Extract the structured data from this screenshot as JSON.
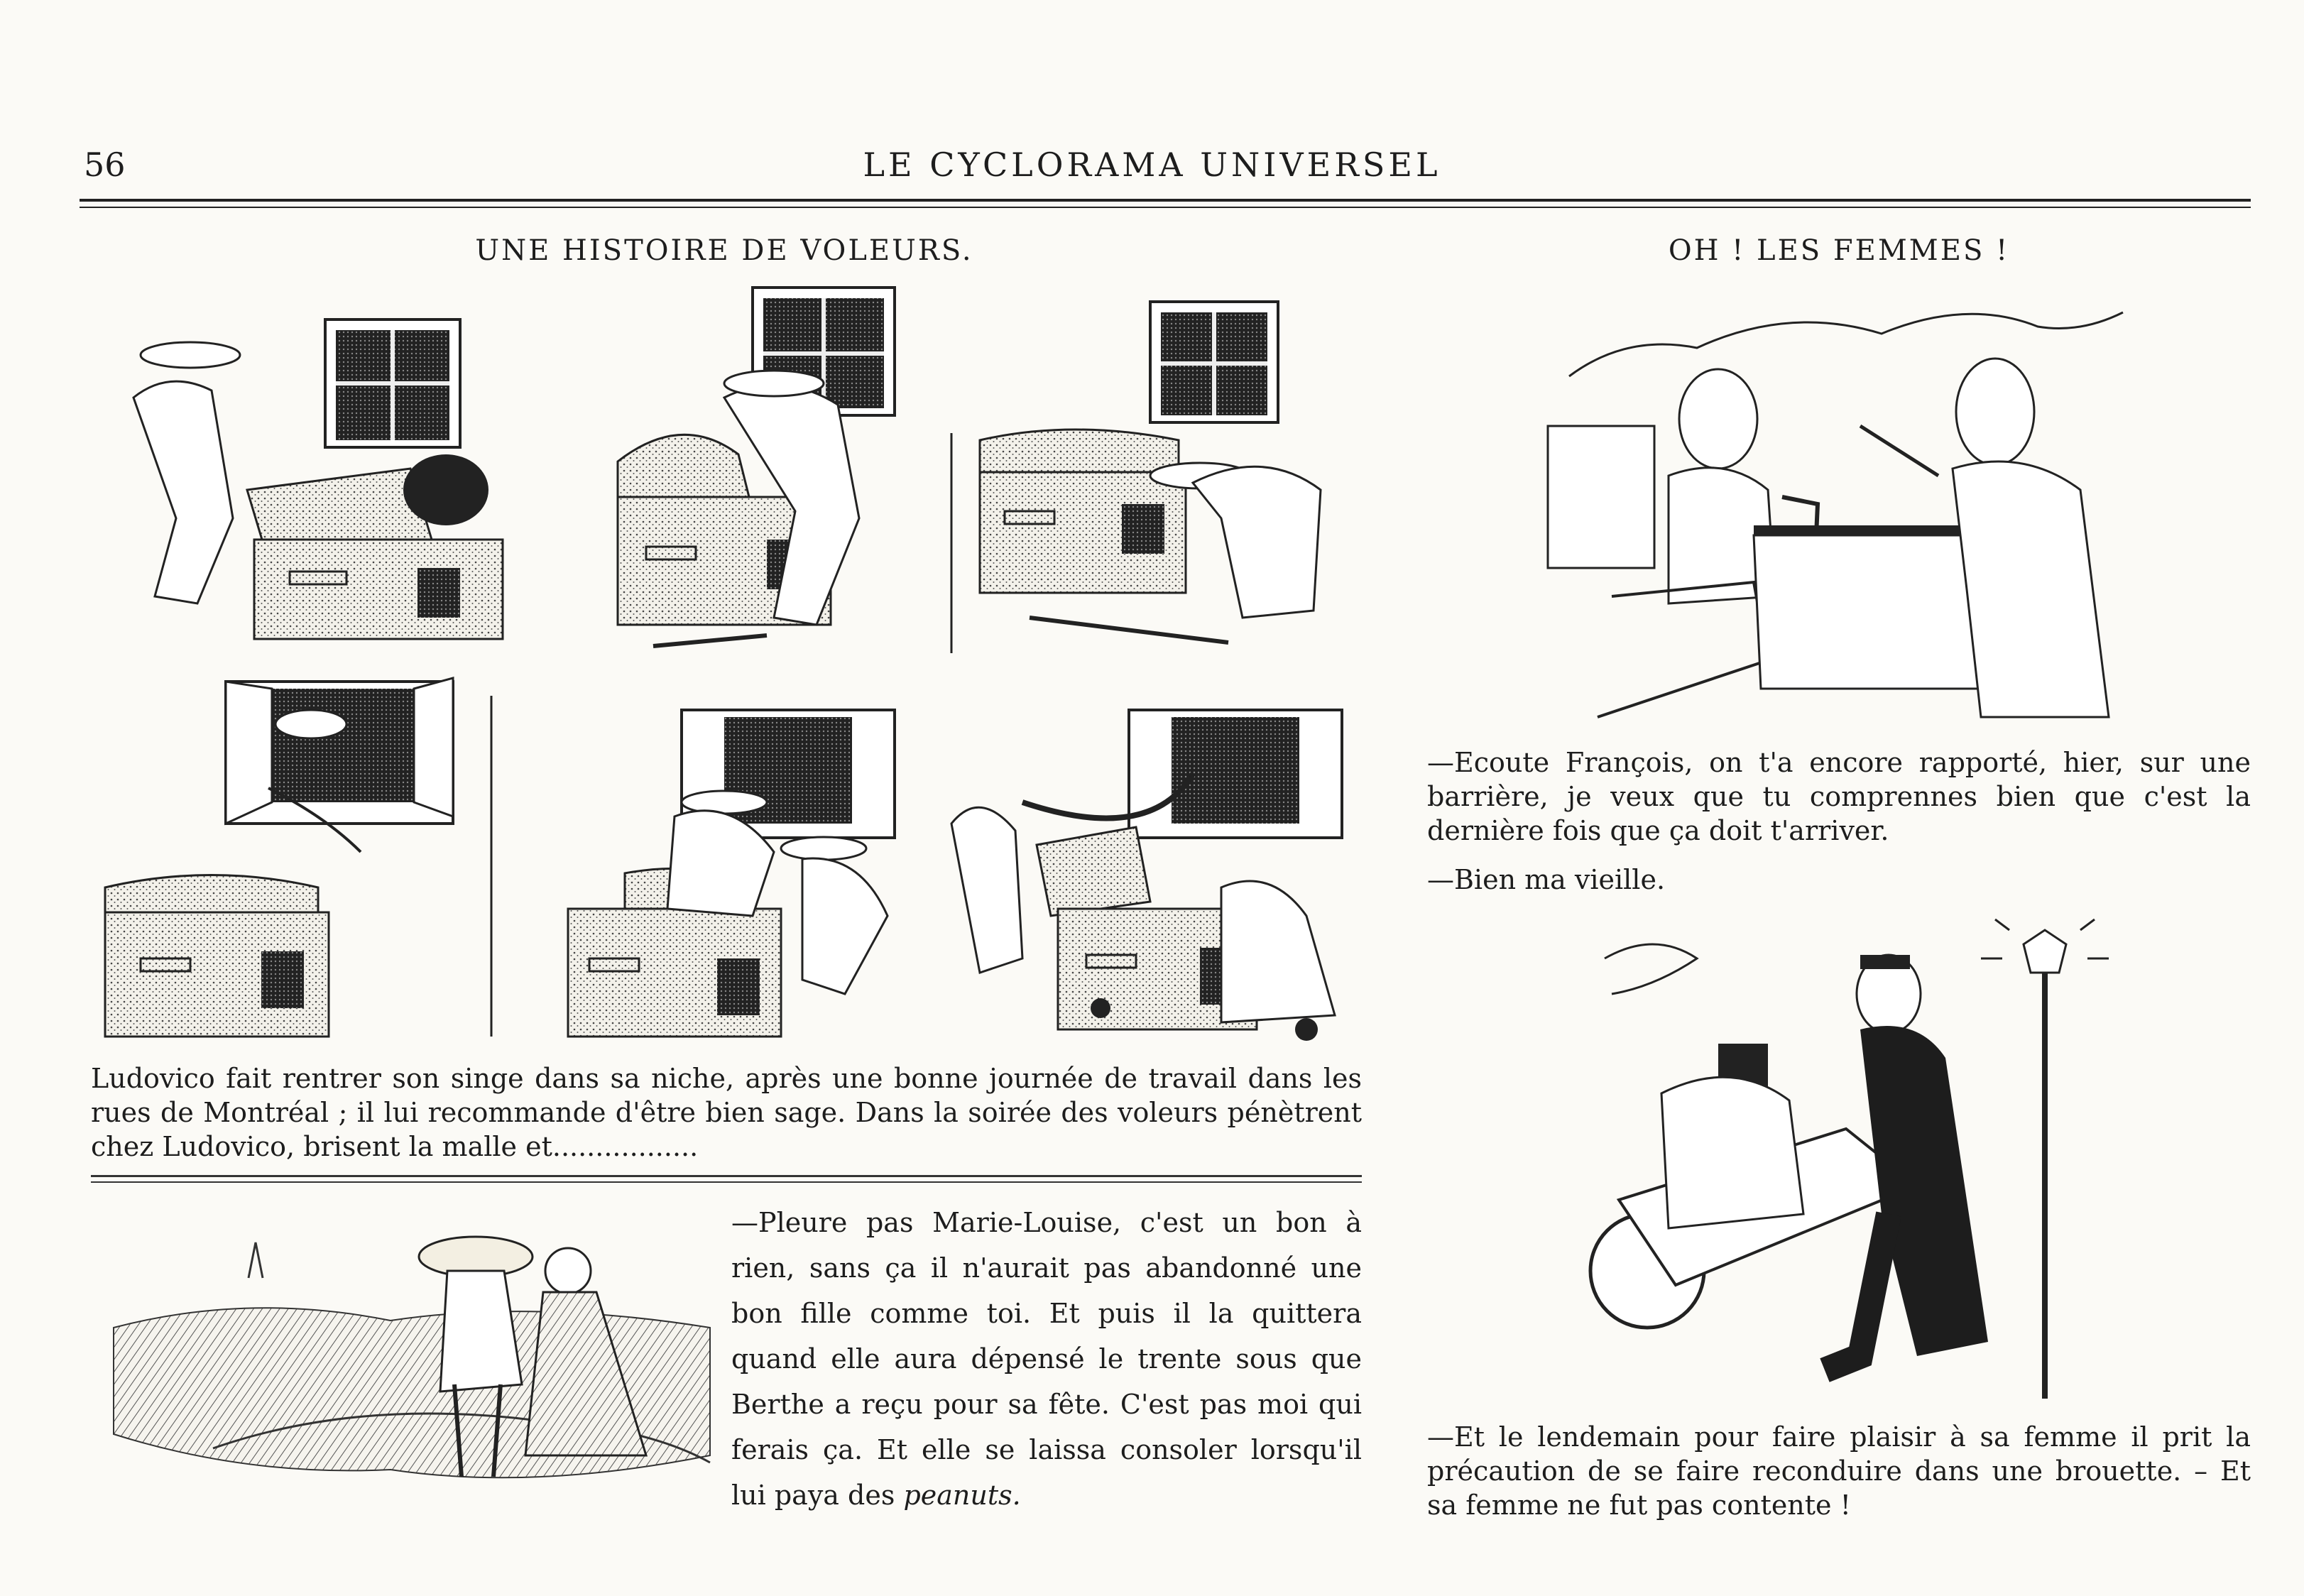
{
  "header": {
    "page_number": "56",
    "title": "LE CYCLORAMA UNIVERSEL"
  },
  "left": {
    "comic_title": "UNE HISTOIRE DE VOLEURS.",
    "comic_caption": "Ludovico fait rentrer son singe dans sa niche, après une bonne journée de travail dans les rues de Montréal ; il lui recommande d'être bien sage.  Dans la soirée des voleurs pénètrent chez Ludovico, brisent la malle et.................",
    "story_text": "—Pleure pas Marie-Louise, c'est un bon à rien, sans ça il n'aurait pas abandonné une bon fille comme toi.  Et puis il la quittera quand elle aura dépensé le trente sous que Berthe a reçu pour sa fête.  C'est pas moi qui ferais ça.  Et elle se laissa consoler lorsqu'il lui paya des",
    "story_text_end": "peanuts."
  },
  "right": {
    "comic_title": "OH ! LES FEMMES !",
    "dialog_1": "—Ecoute François, on t'a encore rapporté, hier, sur une barrière, je veux que tu comprennes bien que c'est la dernière fois que ça doit t'arriver.",
    "dialog_2": "—Bien ma vieille.",
    "dialog_3": "—Et le lendemain pour faire plaisir à sa femme il prit la précaution de se faire reconduire dans une brouette. – Et sa femme ne fut pas contente !"
  }
}
